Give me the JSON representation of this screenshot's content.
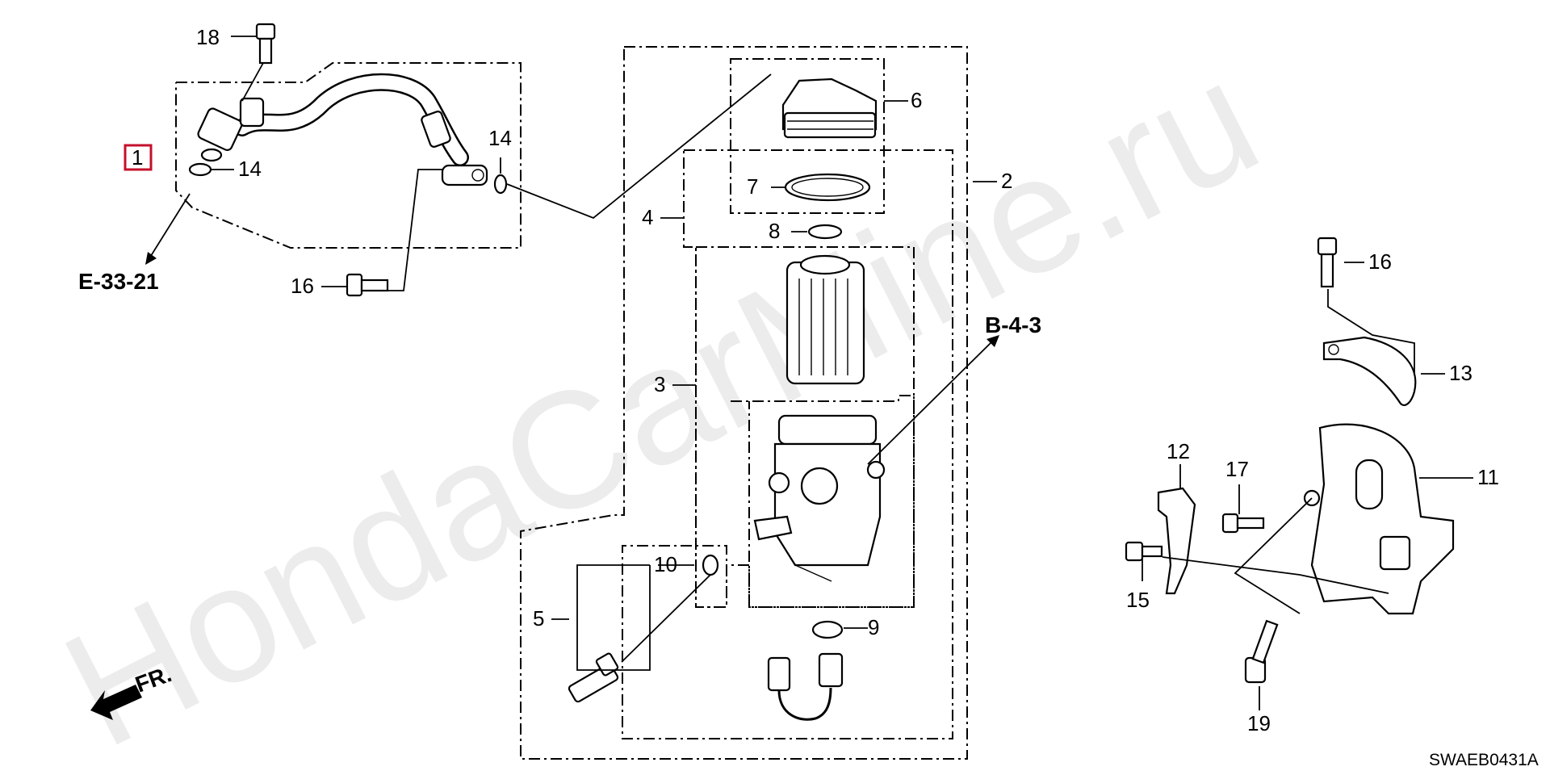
{
  "diagram": {
    "callouts": {
      "c1": "1",
      "c2": "2",
      "c3": "3",
      "c4": "4",
      "c5": "5",
      "c6": "6",
      "c7": "7",
      "c8": "8",
      "c9": "9",
      "c10": "10",
      "c11": "11",
      "c12": "12",
      "c13": "13",
      "c14a": "14",
      "c14b": "14",
      "c15": "15",
      "c16a": "16",
      "c16b": "16",
      "c17": "17",
      "c18": "18",
      "c19": "19"
    },
    "refs": {
      "e3321": "E-33-21",
      "b43": "B-4-3"
    },
    "front_label": "FR.",
    "diagram_code": "SWAEB0431A",
    "watermark": "HondaCarMine.ru",
    "highlight_color": "#c4102b"
  }
}
